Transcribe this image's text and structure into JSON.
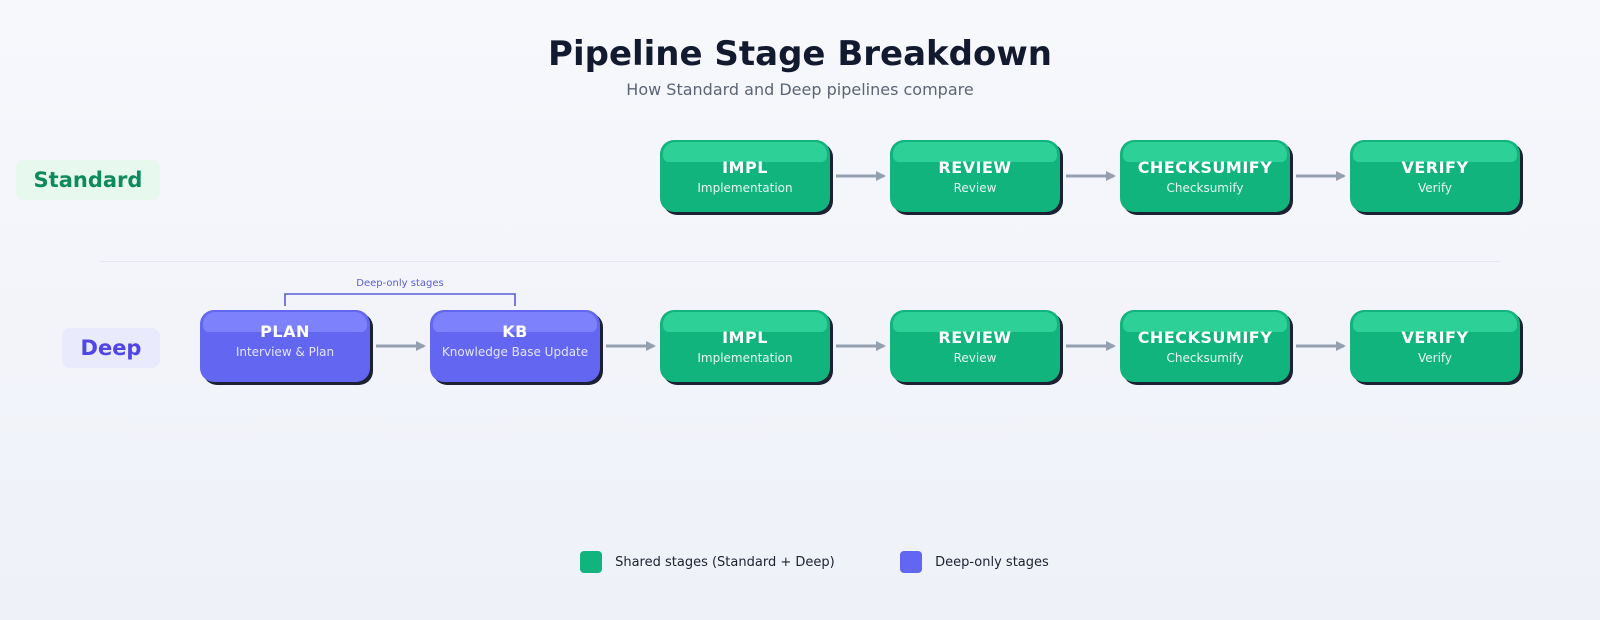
{
  "header": {
    "title": "Pipeline Stage Breakdown",
    "subtitle": "How Standard and Deep pipelines compare"
  },
  "rows": {
    "standard": {
      "label": "Standard",
      "stages": [
        {
          "code": "IMPL",
          "desc": "Implementation"
        },
        {
          "code": "REVIEW",
          "desc": "Review"
        },
        {
          "code": "CHECKSUMIFY",
          "desc": "Checksumify"
        },
        {
          "code": "VERIFY",
          "desc": "Verify"
        }
      ]
    },
    "deep": {
      "label": "Deep",
      "bracket_label": "Deep-only stages",
      "stages": [
        {
          "code": "PLAN",
          "desc": "Interview & Plan"
        },
        {
          "code": "KB",
          "desc": "Knowledge Base Update"
        },
        {
          "code": "IMPL",
          "desc": "Implementation"
        },
        {
          "code": "REVIEW",
          "desc": "Review"
        },
        {
          "code": "CHECKSUMIFY",
          "desc": "Checksumify"
        },
        {
          "code": "VERIFY",
          "desc": "Verify"
        }
      ]
    }
  },
  "legend": [
    {
      "label": "Shared stages (Standard + Deep)",
      "color": "#12b47e"
    },
    {
      "label": "Deep-only stages",
      "color": "#6366f1"
    }
  ],
  "colors": {
    "shared": "#12b47e",
    "deep_only": "#6366f1",
    "arrow": "#94a0b0"
  }
}
